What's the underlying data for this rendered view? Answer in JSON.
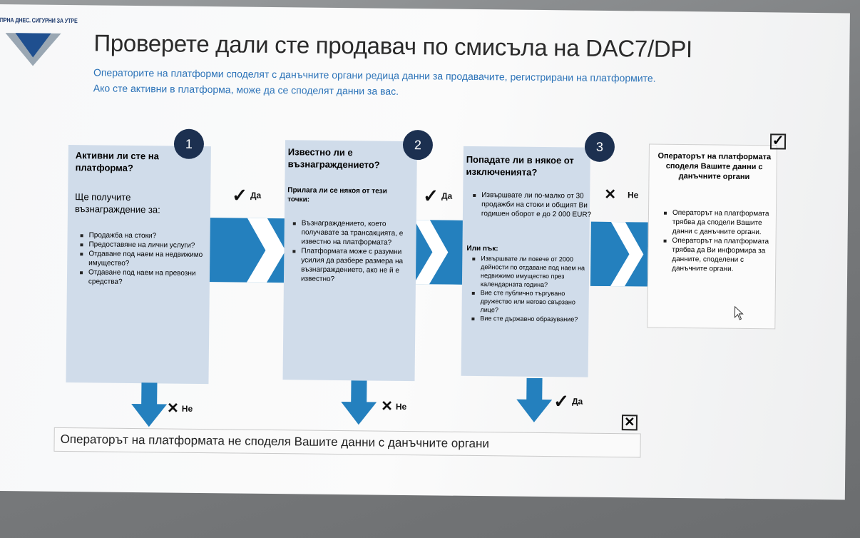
{
  "header": {
    "brand": "ПРНА ДНЕС. СИГУРНИ ЗА УТРЕ",
    "title": "Проверете дали сте продавач по смисъла на DAC7/DPI",
    "subtitle_line1": "Операторите на платформи споделят с данъчните органи редица данни за продавачите, регистрирани на платформите.",
    "subtitle_line2": "Ако сте активни в платформа, може да се споделят данни за вас."
  },
  "steps": [
    {
      "number": "1",
      "title": "Активни ли сте на платформа?",
      "intro": "Ще получите възнаграждение за:",
      "bullets": [
        "Продажба на стоки?",
        "Предоставяне на лични услуги?",
        "Отдаване под наем на недвижимо имущество?",
        "Отдаване под наем на превозни средства?"
      ]
    },
    {
      "number": "2",
      "title": "Известно ли е възнаграждението?",
      "intro": "Прилага ли се някоя от тези точки:",
      "bullets": [
        "Възнаграждението, което получавате за трансакцията, е известно на платформата?",
        "Платформата може с разумни усилия да разбере размера на възнаграждението, ако не й е известно?"
      ]
    },
    {
      "number": "3",
      "title": "Попадате ли в някое от изключенията?",
      "bullets_a": [
        "Извършвате ли по-малко от 30 продажби на стоки и общият Ви годишен оборот е до 2 000 EUR?"
      ],
      "or_label": "Или пък:",
      "bullets_b": [
        "Извършвате ли повече от 2000 дейности по отдаване под наем на недвижимо имущество през календарната година?",
        "Вие сте публично търгувано дружество или негово свързано лице?",
        "Вие сте държавно образувание?"
      ]
    }
  ],
  "decisions": {
    "yes": "Да",
    "no": "Не"
  },
  "outcome": {
    "title": "Операторът на платформата споделя Вашите данни с данъчните органи",
    "bullets": [
      "Операторът на платформата трябва да сподели Вашите данни с данъчните органи.",
      "Операторът на платформата трябва да Ви информира за данните, споделени с данъчните органи."
    ]
  },
  "result_text": "Операторът на платформата не споделя Вашите данни с данъчните органи",
  "colors": {
    "band": "#2480be",
    "card": "#d0dcea",
    "badge": "#1c3050",
    "logo": "#1f4f8f",
    "subtitle": "#2c73b8"
  }
}
